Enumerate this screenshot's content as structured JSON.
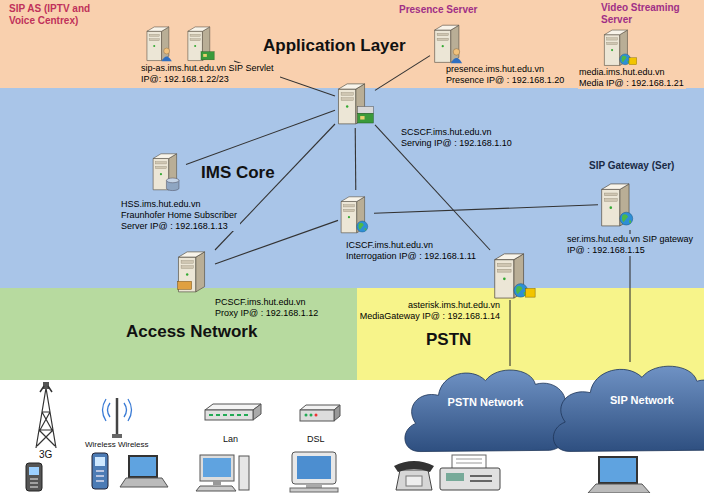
{
  "diagram": {
    "nodes": [
      {
        "text": [
          "Application Layer"
        ]
      },
      {
        "text": [
          "IMS Core"
        ]
      },
      {
        "text": [
          "Access Network"
        ]
      },
      {
        "text": [
          "PSTN"
        ]
      },
      {
        "text": [
          "SIP AS (IPTV and Voice Centrex)",
          "sip-as.ims.hut.edu.vn SIP Servlet IP@: 192.168.1.22/23"
        ],
        "in": 0
      },
      {
        "text": [
          "Presence Server",
          "presence.ims.hut.edu.vn Presence IP@ : 192.168.1.20"
        ],
        "in": 0
      },
      {
        "text": [
          "Video Streaming Server",
          "media.ims.hut.edu.vn Media IP@ : 192.168.1.21"
        ],
        "in": 0
      },
      {
        "text": [
          "SCSCF.ims.hut.edu.vn Serving IP@ : 192.168.1.10"
        ],
        "in": 1
      },
      {
        "text": [
          "HSS.ims.hut.edu.vn Fraunhofer Home Subscriber Server IP@ : 192.168.1.13"
        ],
        "in": 1
      },
      {
        "text": [
          "ICSCF.ims.hut.edu.vn Interrogation IP@ : 192.168.1.11"
        ],
        "in": 1
      },
      {
        "text": [
          "SIP Gateway (Ser)",
          "ser.ims.hut.edu.vn SIP gateway IP@ : 192.168.1.15"
        ],
        "in": 1
      },
      {
        "text": [
          "PCSCF.ims.hut.edu.vn Proxy IP@ : 192.168.1.12"
        ],
        "in": 1
      },
      {
        "text": [
          "asterisk.ims.hut.edu.vn MediaGateway IP@ : 192.168.1.14"
        ],
        "in": 1
      },
      {
        "text": [
          "PSTN Network"
        ]
      },
      {
        "text": [
          "SIP Network"
        ]
      }
    ],
    "edges": [
      {
        "from": 7,
        "to": 4,
        "arrow": "none"
      },
      {
        "from": 7,
        "to": 5,
        "arrow": "none"
      },
      {
        "from": 7,
        "to": 8,
        "arrow": "none"
      },
      {
        "from": 7,
        "to": 9,
        "arrow": "none"
      },
      {
        "from": 7,
        "to": 11,
        "arrow": "none"
      },
      {
        "from": 7,
        "to": 12,
        "arrow": "none"
      },
      {
        "from": 9,
        "to": 10,
        "arrow": "none"
      },
      {
        "from": 9,
        "to": 11,
        "arrow": "none"
      },
      {
        "from": 12,
        "to": 13,
        "arrow": "none"
      },
      {
        "from": 10,
        "to": 14,
        "arrow": "none"
      }
    ],
    "labels": [
      "3G",
      "Wireless Wireless",
      "Lan",
      "DSL"
    ]
  }
}
